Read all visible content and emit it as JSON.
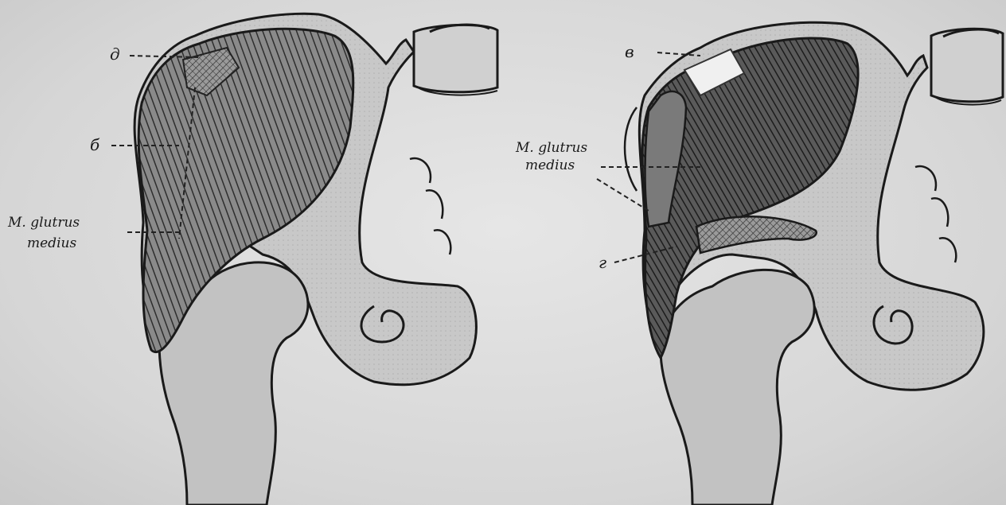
{
  "left_figure": {
    "label_a": "д",
    "label_b": "б",
    "muscle_label_line1": "M. glutrus",
    "muscle_label_line2": "medius"
  },
  "right_figure": {
    "label_v": "в",
    "label_g": "г",
    "muscle_label_line1": "M. glutrus",
    "muscle_label_line2": "medius"
  }
}
